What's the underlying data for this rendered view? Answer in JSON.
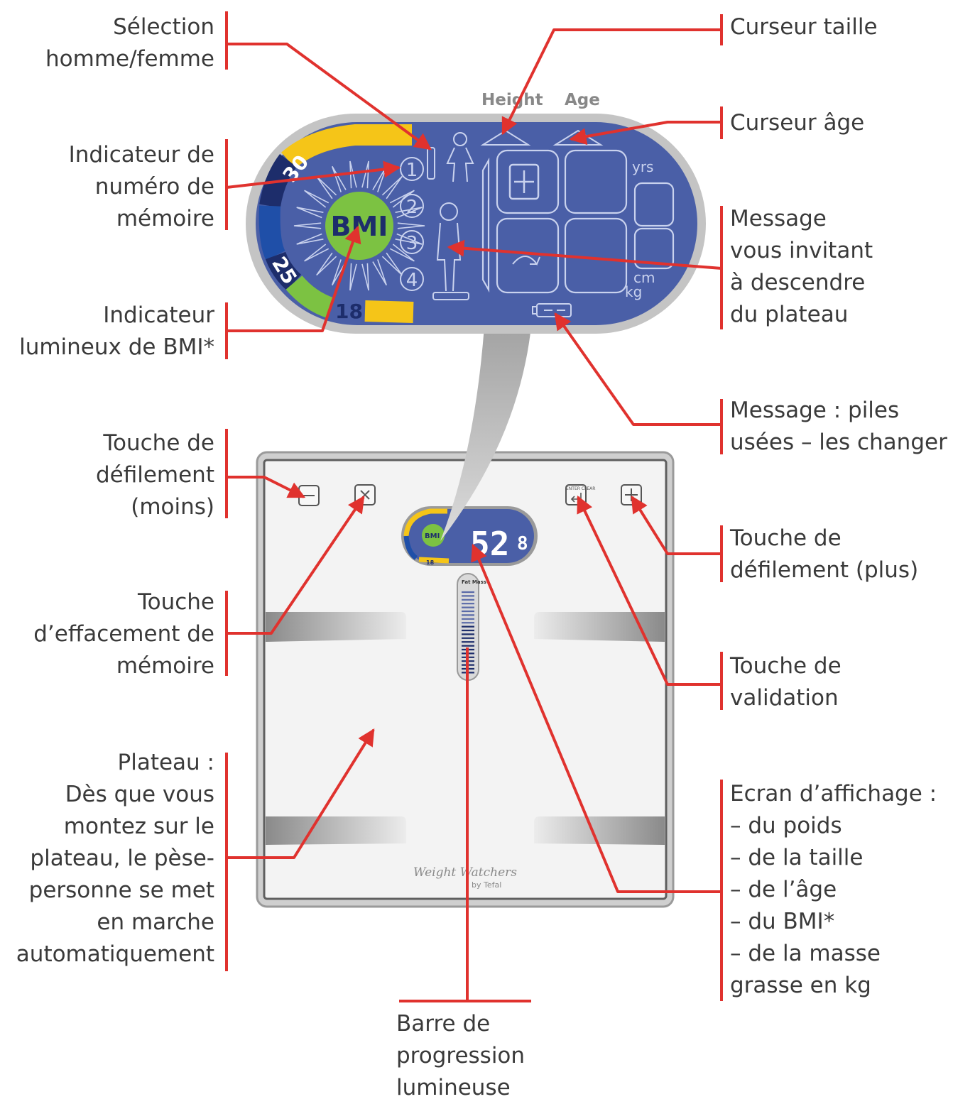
{
  "colors": {
    "callout_red": "#e0322e",
    "lcd_blue": "#4a5fa7",
    "lcd_segment": "#c9d2ee",
    "bmi_green": "#7cc242",
    "bmi_yellow": "#f5c518",
    "bmi_blue": "#1f4fa8",
    "bmi_navy": "#1d2d6b",
    "frame_gray": "#c4c4c4",
    "text_dark": "#3a3a3a"
  },
  "display": {
    "height_label": "Height",
    "age_label": "Age",
    "yrs_unit": "yrs",
    "cm_unit": "cm",
    "kg_unit": "kg",
    "bmi_text": "BMI",
    "memory_numbers": [
      "1",
      "2",
      "3",
      "4"
    ],
    "bmi_scale": [
      "30",
      "25",
      "18"
    ]
  },
  "scale": {
    "reading": "52",
    "reading_decimal": "8",
    "mini_bmi": "BMI",
    "mini_scale_label": "18",
    "bar_label": "Fat Mass",
    "enter_clear_label": "ENTER CLEAR",
    "brand_main": "Weight Watchers",
    "brand_sub": "by Tefal",
    "button_icons": [
      "minus-icon",
      "x-icon",
      "enter-icon",
      "plus-icon"
    ]
  },
  "labels": {
    "selection": "Sélection\nhomme/femme",
    "memory_indicator": "Indicateur de\nnuméro de\nmémoire",
    "bmi_indicator": "Indicateur\nlumineux de BMI*",
    "scroll_minus": "Touche de\ndéfilement\n(moins)",
    "memory_clear": "Touche\nd’effacement de\nmémoire",
    "platform": "Plateau :\nDès que vous\nmontez sur le\nplateau, le pèse-\npersonne se met\nen marche\nautomatiquement",
    "height_cursor": "Curseur taille",
    "age_cursor": "Curseur âge",
    "step_off_message": "Message\nvous invitant\nà descendre\ndu plateau",
    "battery_message": "Message : piles\nusées – les changer",
    "scroll_plus": "Touche de\ndéfilement (plus)",
    "validation": "Touche de\nvalidation",
    "display_screen": "Ecran d’affichage :\n– du poids\n– de la taille\n– de l’âge\n– du BMI*\n– de la masse\n   grasse en kg",
    "progress_bar": "Barre de\nprogression\nlumineuse"
  }
}
